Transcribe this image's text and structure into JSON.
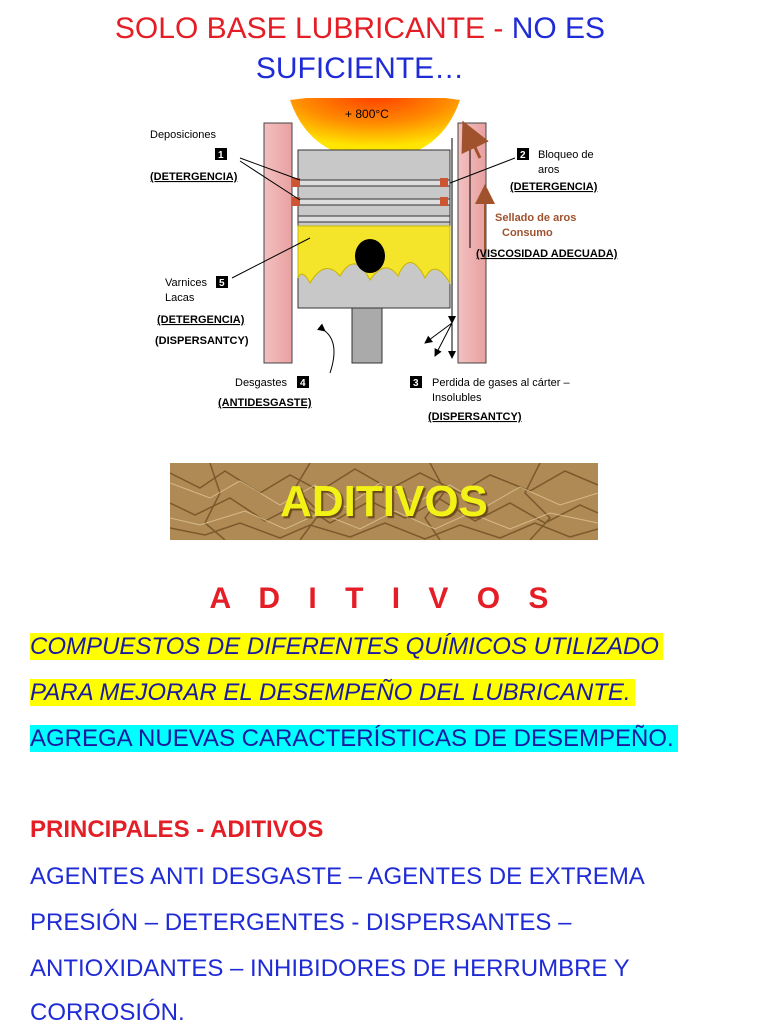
{
  "title": {
    "line1_red": "SOLO BASE LUBRICANTE - ",
    "line1_blue": "NO ES",
    "line2_blue": "SUFICIENTE…"
  },
  "diagram": {
    "temperature": "+ 800°C",
    "deposiciones": "Deposiciones",
    "num1": "1",
    "detergencia1": "(DETERGENCIA)",
    "num2": "2",
    "bloqueo1": "Bloqueo de",
    "bloqueo2": "aros",
    "detergencia2": "(DETERGENCIA)",
    "sellado1": "Sellado de aros",
    "sellado2": "Consumo",
    "viscosidad": "(VISCOSIDAD ADECUADA)",
    "barnices1": "Varnices",
    "num5": "5",
    "barnices2": "Lacas",
    "detergencia5": "(DETERGENCIA)",
    "dispersancia5": "(DISPERSANTCY)",
    "desgastes": "Desgastes",
    "num4": "4",
    "antidesgaste": "(ANTIDESGASTE)",
    "num3": "3",
    "perdida1": "Perdida de gases al cárter –",
    "perdida2": "Insolubles",
    "dispersancia3": "(DISPERSANTCY)"
  },
  "banner": {
    "label": "ADITIVOS"
  },
  "subheading": "A D I T I V O S",
  "body": {
    "line1": "COMPUESTOS DE DIFERENTES QUÍMICOS UTILIZADO",
    "line2": "PARA MEJORAR EL DESEMPEÑO DEL LUBRICANTE.",
    "line3": "AGREGA NUEVAS CARACTERÍSTICAS DE DESEMPEÑO.",
    "principales": "PRINCIPALES - ADITIVOS",
    "list1": "AGENTES ANTI DESGASTE – AGENTES DE EXTREMA",
    "list2": "PRESIÓN – DETERGENTES - DISPERSANTES –",
    "list3": "ANTIOXIDANTES – INHIBIDORES DE HERRUMBRE Y",
    "list4": "CORROSIÓN."
  },
  "colors": {
    "red": "#e41e26",
    "blue": "#1f2bd6",
    "yellow_highlight": "#ffff00",
    "cyan_highlight": "#00ffff"
  }
}
